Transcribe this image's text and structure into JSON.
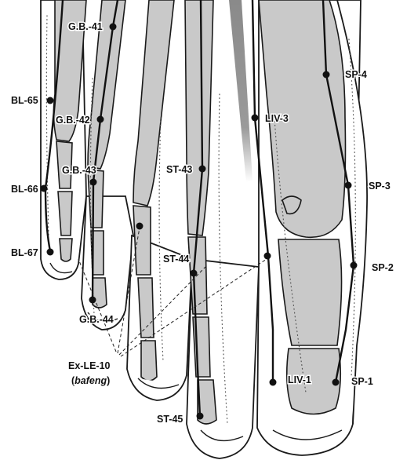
{
  "points": [
    {
      "id": "gb41",
      "label": "G.B.-41"
    },
    {
      "id": "bl65",
      "label": "BL-65"
    },
    {
      "id": "gb42",
      "label": "G.B.-42"
    },
    {
      "id": "gb43",
      "label": "G.B.-43"
    },
    {
      "id": "bl66",
      "label": "BL-66"
    },
    {
      "id": "bl67",
      "label": "BL-67"
    },
    {
      "id": "gb44",
      "label": "G.B.-44"
    },
    {
      "id": "st43",
      "label": "ST-43"
    },
    {
      "id": "st44",
      "label": "ST-44"
    },
    {
      "id": "st45",
      "label": "ST-45"
    },
    {
      "id": "liv3",
      "label": "LIV-3"
    },
    {
      "id": "liv1",
      "label": "LIV-1"
    },
    {
      "id": "sp4",
      "label": "SP-4"
    },
    {
      "id": "sp3",
      "label": "SP-3"
    },
    {
      "id": "sp2",
      "label": "SP-2"
    },
    {
      "id": "sp1",
      "label": "SP-1"
    }
  ],
  "extra_point": {
    "label": "Ex-LE-10",
    "sublabel": "bafeng",
    "sublabel_open": "(",
    "sublabel_close": ")"
  },
  "colors": {
    "bone": "#c9c9c9",
    "tendon": "#8c8c8c",
    "line": "#111111"
  }
}
